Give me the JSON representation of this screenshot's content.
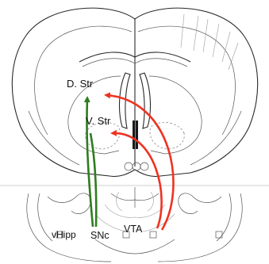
{
  "labels": {
    "dorsal_striatum": "D. Str",
    "ventral_striatum": "V. Str",
    "ventral_hippocampus": "vHipp",
    "substantia_nigra": "SNc",
    "ventral_tegmental_area": "VTA"
  },
  "colors": {
    "nigrostriatal_pathway": "#2e7d1f",
    "mesolimbic_pathway": "#ee3322",
    "outline": "#2a2a2a"
  }
}
